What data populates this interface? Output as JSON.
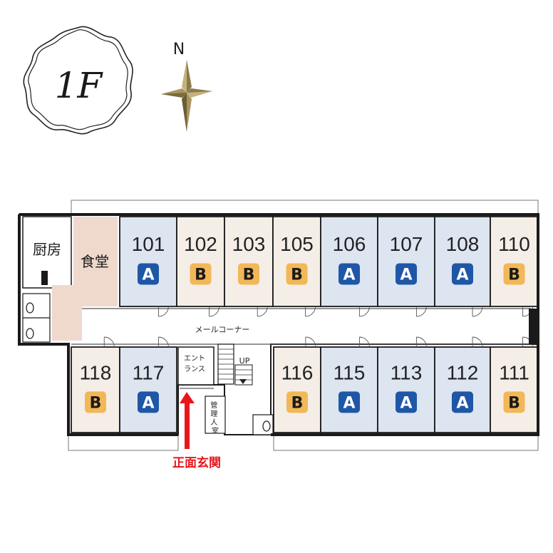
{
  "floor_label": "1F",
  "compass": {
    "direction": "N",
    "accent": "#8a7a4a"
  },
  "colors": {
    "type_a_room": "#dde5f1",
    "type_b_room": "#f5eee7",
    "dining": "#efd9cd",
    "badge_a": "#1f57a7",
    "badge_b": "#f2b757",
    "wall": "#1a1a1a",
    "entrance_arrow": "#e8161b"
  },
  "rooms_north": [
    {
      "number": "101",
      "type": "A"
    },
    {
      "number": "102",
      "type": "B"
    },
    {
      "number": "103",
      "type": "B"
    },
    {
      "number": "105",
      "type": "B"
    },
    {
      "number": "106",
      "type": "A"
    },
    {
      "number": "107",
      "type": "A"
    },
    {
      "number": "108",
      "type": "A"
    },
    {
      "number": "110",
      "type": "B"
    }
  ],
  "rooms_south_west": [
    {
      "number": "118",
      "type": "B"
    },
    {
      "number": "117",
      "type": "A"
    }
  ],
  "rooms_south_east": [
    {
      "number": "116",
      "type": "B"
    },
    {
      "number": "115",
      "type": "A"
    },
    {
      "number": "113",
      "type": "A"
    },
    {
      "number": "112",
      "type": "A"
    },
    {
      "number": "111",
      "type": "B"
    }
  ],
  "labels": {
    "kitchen": "厨房",
    "dining": "食堂",
    "mail_corner": "メールコーナー",
    "entrance_line1": "エント",
    "entrance_line2": "ランス",
    "stairs_up": "UP",
    "manager_room": "管理人室",
    "main_entrance": "正面玄関"
  }
}
